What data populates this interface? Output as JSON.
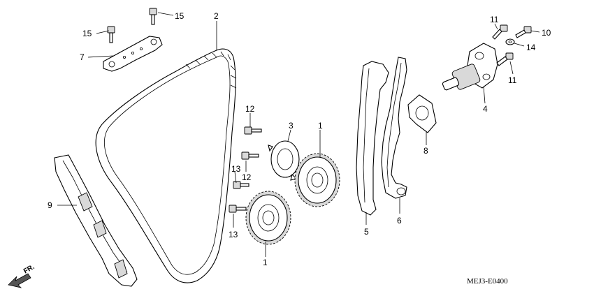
{
  "callouts": {
    "c1a": "1",
    "c1b": "1",
    "c2": "2",
    "c3": "3",
    "c4": "4",
    "c5": "5",
    "c6": "6",
    "c7": "7",
    "c8": "8",
    "c9": "9",
    "c10": "10",
    "c11a": "11",
    "c11b": "11",
    "c12a": "12",
    "c12b": "12",
    "c13a": "13",
    "c13b": "13",
    "c14": "14",
    "c15a": "15",
    "c15b": "15"
  },
  "diagram_code": "MEJ3-E0400",
  "front_marker": "FR."
}
